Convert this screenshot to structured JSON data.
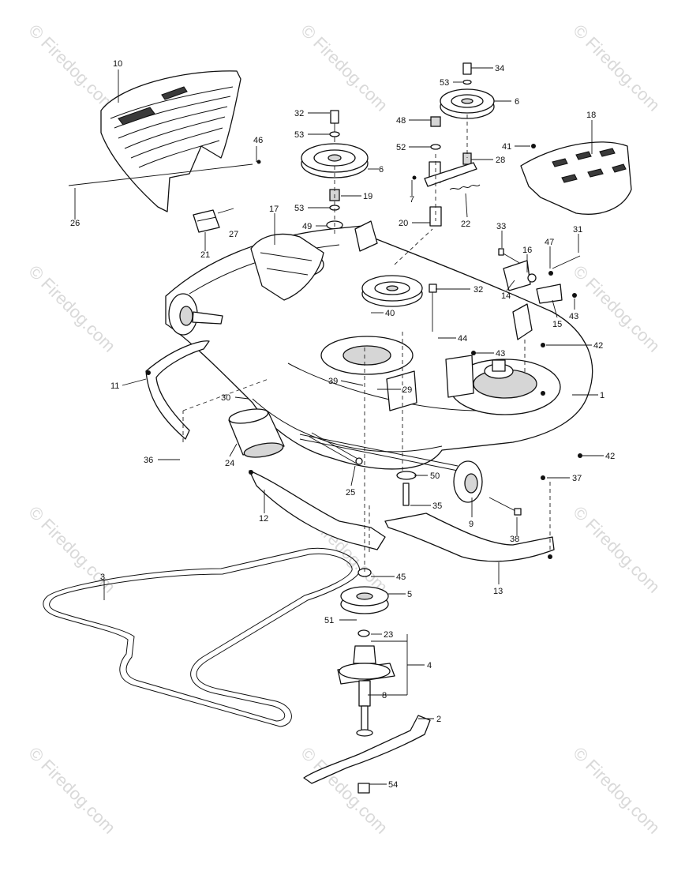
{
  "watermark": "© Firedog.com",
  "labels": [
    {
      "id": "10",
      "text": "10"
    },
    {
      "id": "46",
      "text": "46"
    },
    {
      "id": "26",
      "text": "26"
    },
    {
      "id": "27",
      "text": "27"
    },
    {
      "id": "21",
      "text": "21"
    },
    {
      "id": "17",
      "text": "17"
    },
    {
      "id": "32a",
      "text": "32"
    },
    {
      "id": "53a",
      "text": "53"
    },
    {
      "id": "6a",
      "text": "6"
    },
    {
      "id": "19",
      "text": "19"
    },
    {
      "id": "53b",
      "text": "53"
    },
    {
      "id": "49",
      "text": "49"
    },
    {
      "id": "34",
      "text": "34"
    },
    {
      "id": "53c",
      "text": "53"
    },
    {
      "id": "6b",
      "text": "6"
    },
    {
      "id": "48",
      "text": "48"
    },
    {
      "id": "52",
      "text": "52"
    },
    {
      "id": "28",
      "text": "28"
    },
    {
      "id": "7",
      "text": "7"
    },
    {
      "id": "20",
      "text": "20"
    },
    {
      "id": "22",
      "text": "22"
    },
    {
      "id": "18",
      "text": "18"
    },
    {
      "id": "41",
      "text": "41"
    },
    {
      "id": "33",
      "text": "33"
    },
    {
      "id": "47",
      "text": "47"
    },
    {
      "id": "31",
      "text": "31"
    },
    {
      "id": "16",
      "text": "16"
    },
    {
      "id": "14",
      "text": "14"
    },
    {
      "id": "15",
      "text": "15"
    },
    {
      "id": "43a",
      "text": "43"
    },
    {
      "id": "32b",
      "text": "32"
    },
    {
      "id": "40",
      "text": "40"
    },
    {
      "id": "44",
      "text": "44"
    },
    {
      "id": "43b",
      "text": "43"
    },
    {
      "id": "42a",
      "text": "42"
    },
    {
      "id": "1",
      "text": "1"
    },
    {
      "id": "11",
      "text": "11"
    },
    {
      "id": "30",
      "text": "30"
    },
    {
      "id": "39",
      "text": "39"
    },
    {
      "id": "29",
      "text": "29"
    },
    {
      "id": "36",
      "text": "36"
    },
    {
      "id": "24",
      "text": "24"
    },
    {
      "id": "25",
      "text": "25"
    },
    {
      "id": "50",
      "text": "50"
    },
    {
      "id": "42b",
      "text": "42"
    },
    {
      "id": "37",
      "text": "37"
    },
    {
      "id": "35",
      "text": "35"
    },
    {
      "id": "9",
      "text": "9"
    },
    {
      "id": "12",
      "text": "12"
    },
    {
      "id": "38",
      "text": "38"
    },
    {
      "id": "13",
      "text": "13"
    },
    {
      "id": "3",
      "text": "3"
    },
    {
      "id": "45",
      "text": "45"
    },
    {
      "id": "5",
      "text": "5"
    },
    {
      "id": "51",
      "text": "51"
    },
    {
      "id": "23",
      "text": "23"
    },
    {
      "id": "4",
      "text": "4"
    },
    {
      "id": "8",
      "text": "8"
    },
    {
      "id": "2",
      "text": "2"
    },
    {
      "id": "54",
      "text": "54"
    }
  ]
}
